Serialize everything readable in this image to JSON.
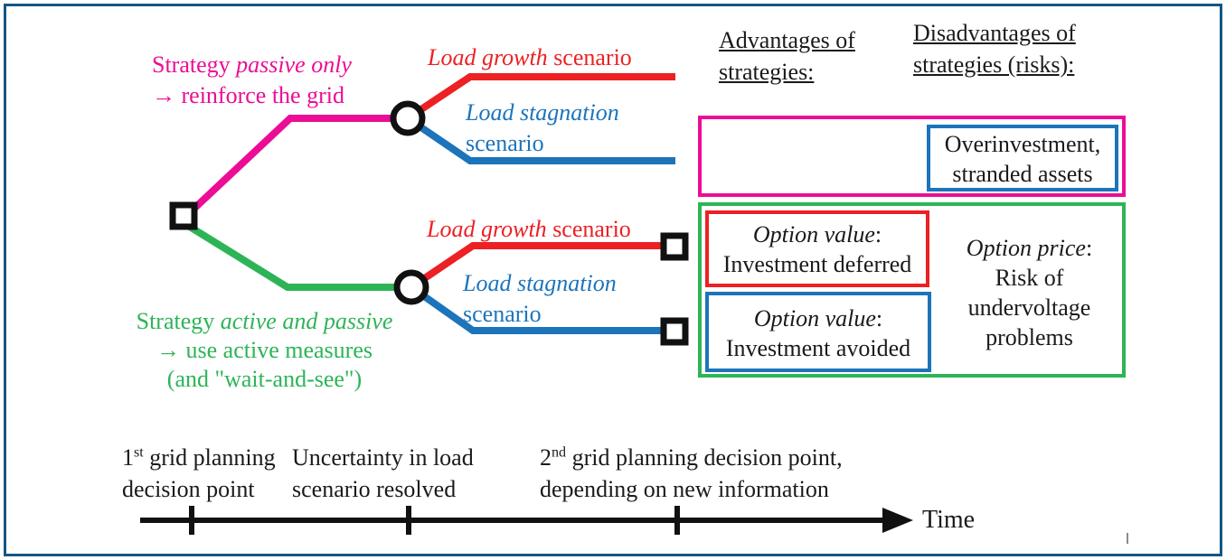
{
  "palette": {
    "frame_border": "#155585",
    "magenta": "#ec0d96",
    "green": "#2db457",
    "red": "#ed2024",
    "blue": "#1c74bb",
    "black": "#1a1a1a"
  },
  "strategies": {
    "passive": {
      "lead": "Strategy ",
      "emph": "passive only",
      "line2": "→ reinforce the grid"
    },
    "active": {
      "lead": "Strategy ",
      "emph": "active and passive",
      "line2": "→ use active measures",
      "line3": "(and \"wait-and-see\")"
    }
  },
  "scenarios": {
    "growth": {
      "emph": "Load growth",
      "rest": " scenario"
    },
    "stagnation": {
      "emph": "Load stagnation",
      "line2": "scenario"
    }
  },
  "column_headers": {
    "advantages_line1": "Advantages of",
    "advantages_line2": "strategies:",
    "disadvantages_line1": "Disadvantages of",
    "disadvantages_line2": "strategies (risks):"
  },
  "outcome_boxes": {
    "overinvestment": {
      "line1": "Overinvestment,",
      "line2": "stranded assets"
    },
    "deferred": {
      "emph": "Option value",
      "colon": ":",
      "line2": "Investment deferred"
    },
    "avoided": {
      "emph": "Option value",
      "colon": ":",
      "line2": "Investment avoided"
    },
    "option_price": {
      "emph": "Option price",
      "colon": ":",
      "line2": "Risk of",
      "line3": "undervoltage",
      "line4": "problems"
    }
  },
  "timeline": {
    "point1": {
      "num": "1",
      "sup": "st",
      "rest": " grid planning",
      "line2": "decision point"
    },
    "point2": {
      "line1": "Uncertainty in load",
      "line2": "scenario resolved"
    },
    "point3": {
      "num": "2",
      "sup": "nd",
      "rest": " grid planning decision point,",
      "line2": "depending on new information"
    },
    "axis_label": "Time"
  }
}
